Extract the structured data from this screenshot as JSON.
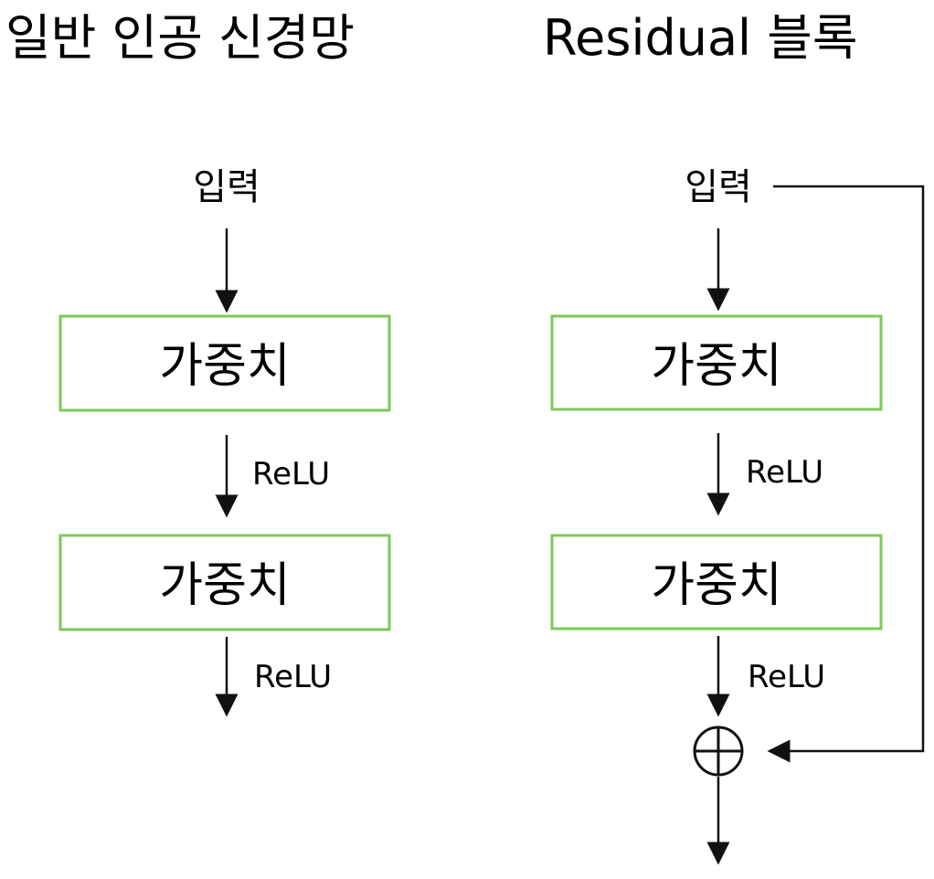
{
  "plain_network": {
    "title": "일반 인공 신경망",
    "input_label": "입력",
    "layers": [
      {
        "block_label": "가중치",
        "activation_label": "ReLU"
      },
      {
        "block_label": "가중치",
        "activation_label": "ReLU"
      }
    ]
  },
  "residual_block": {
    "title": "Residual 블록",
    "input_label": "입력",
    "layers": [
      {
        "block_label": "가중치",
        "activation_label": "ReLU"
      },
      {
        "block_label": "가중치",
        "activation_label": "ReLU"
      }
    ],
    "add_symbol": "⊕"
  },
  "colors": {
    "block_border": "#7dc95a",
    "line": "#111111"
  }
}
